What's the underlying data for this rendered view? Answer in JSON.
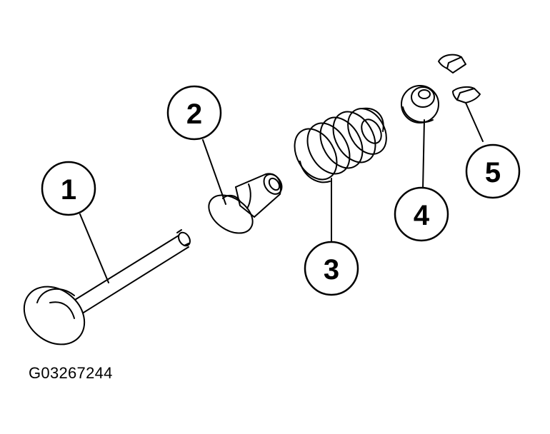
{
  "figure": {
    "id": "G03267244"
  },
  "callouts": [
    {
      "label": "1",
      "part": "valve"
    },
    {
      "label": "2",
      "part": "valve-stem-seal"
    },
    {
      "label": "3",
      "part": "valve-spring"
    },
    {
      "label": "4",
      "part": "spring-retainer"
    },
    {
      "label": "5",
      "part": "valve-keepers"
    }
  ],
  "colors": {
    "line": "#000000",
    "background": "#ffffff"
  }
}
